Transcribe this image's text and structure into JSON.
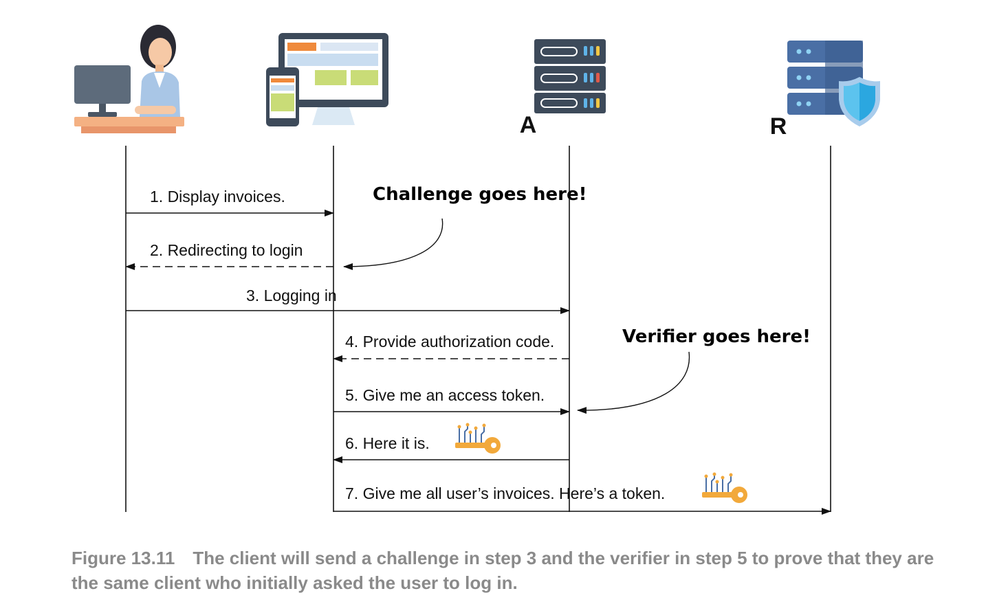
{
  "actors": [
    {
      "id": "user",
      "icon": "user-at-computer-icon",
      "letter": ""
    },
    {
      "id": "client",
      "icon": "client-devices-icon",
      "letter": ""
    },
    {
      "id": "authorization-server",
      "icon": "server-rack-icon",
      "letter": "A"
    },
    {
      "id": "resource-server",
      "icon": "secure-server-icon",
      "letter": "R"
    }
  ],
  "messages": [
    {
      "label": "1. Display invoices.",
      "from": "user",
      "to": "client",
      "style": "solid"
    },
    {
      "label": "2. Redirecting to login",
      "from": "client",
      "to": "user",
      "style": "dashed"
    },
    {
      "label": "3. Logging in",
      "from": "user",
      "to": "authorization-server",
      "style": "solid"
    },
    {
      "label": "4. Provide authorization code.",
      "from": "authorization-server",
      "to": "client",
      "style": "dashed"
    },
    {
      "label": "5. Give me an access token.",
      "from": "client",
      "to": "authorization-server",
      "style": "solid"
    },
    {
      "label": "6. Here it is.",
      "from": "authorization-server",
      "to": "client",
      "style": "solid",
      "icon": "token-key-icon"
    },
    {
      "label": "7. Give me all user’s invoices. Here’s a token.",
      "from": "client",
      "to": "resource-server",
      "style": "solid",
      "icon": "token-key-icon"
    }
  ],
  "notes": [
    {
      "text": "Challenge goes here!",
      "points_to_message": "2. Redirecting to login"
    },
    {
      "text": "Verifier goes here!",
      "points_to_message": "5. Give me an access token."
    }
  ],
  "caption": {
    "figure": "Figure 13.11",
    "text": "The client will send a challenge in step 3 and the verifier in step 5 to prove that they are the same client who initially asked the user to log in."
  },
  "colors": {
    "line": "#111111",
    "caption": "#8a8a8a",
    "key": "#f2a93b",
    "server_dark": "#3d4a5a",
    "server_blue": "#4a6fa5",
    "shield": "#2ba7e0"
  }
}
